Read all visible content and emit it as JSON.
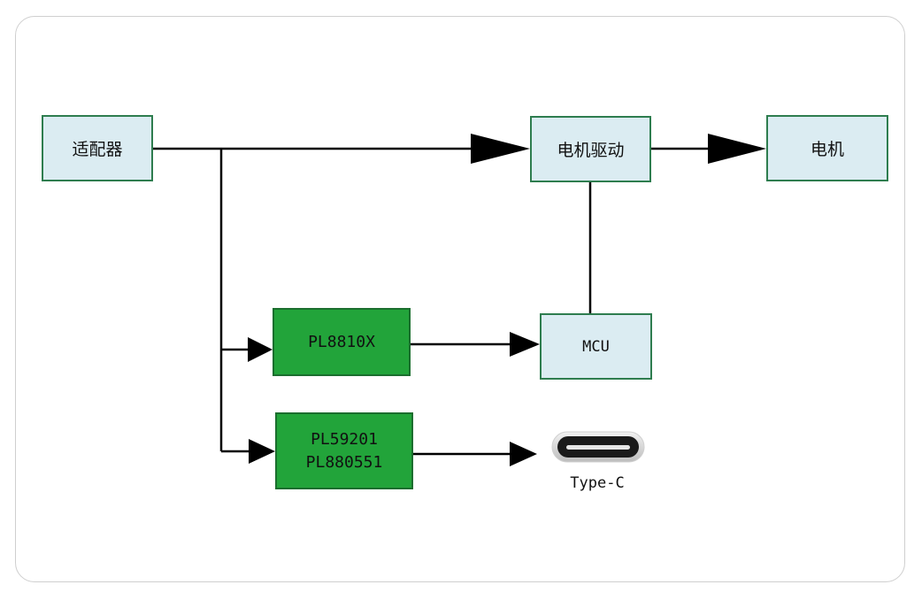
{
  "diagram": {
    "nodes": {
      "adapter": {
        "label": "适配器"
      },
      "motor_driver": {
        "label": "电机驱动"
      },
      "motor": {
        "label": "电机"
      },
      "pl8810x": {
        "label": "PL8810X"
      },
      "mcu": {
        "label": "MCU"
      },
      "pl_pair": {
        "line1": "PL59201",
        "line2": "PL880551"
      },
      "typec": {
        "label": "Type-C",
        "icon": "usb-type-c-port-icon"
      }
    },
    "edges": [
      {
        "from": "适配器",
        "to": "电机驱动"
      },
      {
        "from": "电机驱动",
        "to": "电机"
      },
      {
        "from": "适配器",
        "to": "PL8810X"
      },
      {
        "from": "适配器",
        "to": "PL59201 / PL880551"
      },
      {
        "from": "PL8810X",
        "to": "MCU"
      },
      {
        "from": "MCU",
        "to": "电机驱动"
      },
      {
        "from": "PL59201 / PL880551",
        "to": "Type-C"
      }
    ],
    "colors": {
      "blue_block": "#dbecf2",
      "green_block": "#22a43a",
      "block_border": "#2e7d4f",
      "wire": "#000000"
    }
  }
}
